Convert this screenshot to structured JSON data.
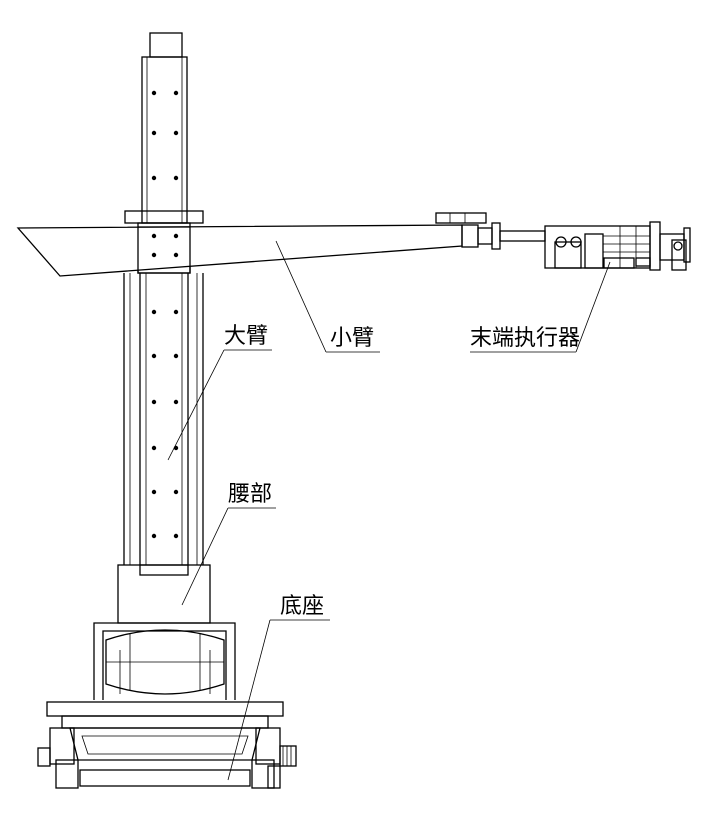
{
  "labels": {
    "small_arm": "小臂",
    "end_effector": "末端执行器",
    "big_arm": "大臂",
    "waist": "腰部",
    "base": "底座"
  }
}
